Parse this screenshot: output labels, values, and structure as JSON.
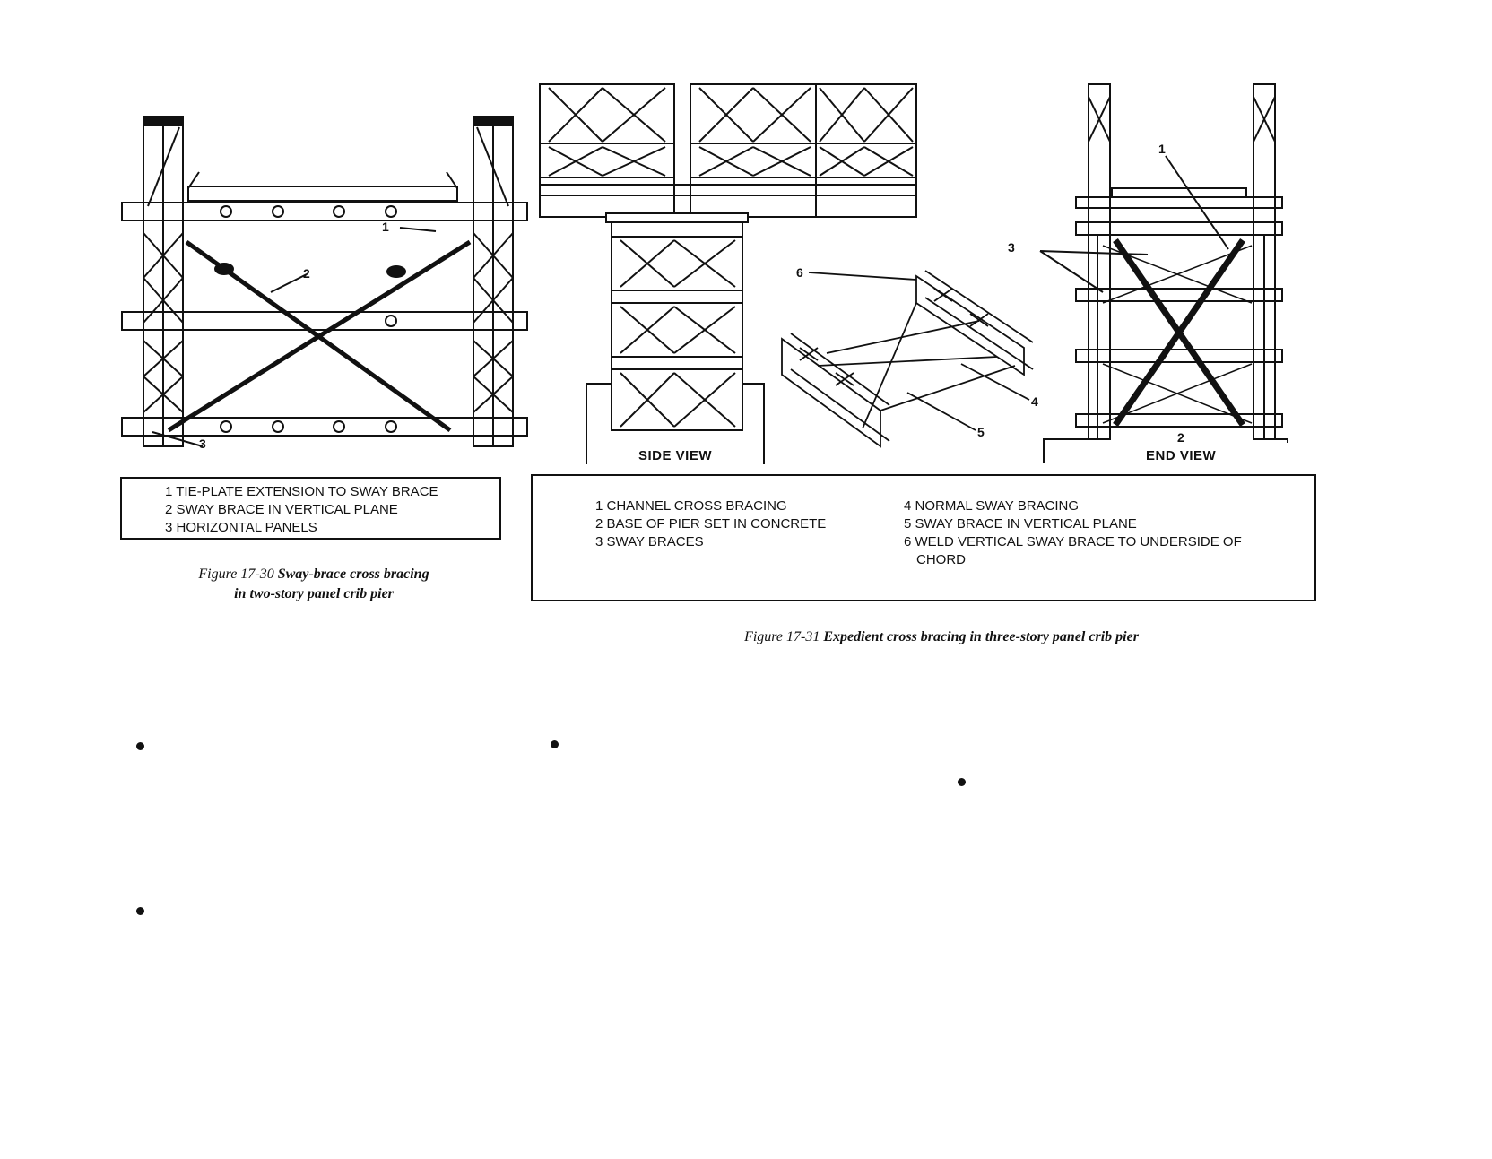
{
  "figure_1730": {
    "callouts": [
      "1",
      "2",
      "3"
    ],
    "legend": [
      "1 TIE-PLATE EXTENSION TO SWAY BRACE",
      "2 SWAY BRACE IN VERTICAL PLANE",
      "3 HORIZONTAL PANELS"
    ],
    "caption_number": "Figure 17-30",
    "caption_title_1": "Sway-brace cross bracing",
    "caption_title_2": "in two-story panel crib pier"
  },
  "figure_1731": {
    "side_view_label": "SIDE VIEW",
    "end_view_label": "END VIEW",
    "callouts": [
      "1",
      "2",
      "3",
      "4",
      "5",
      "6"
    ],
    "legend_left": [
      "1 CHANNEL CROSS BRACING",
      "2 BASE OF PIER SET IN CONCRETE",
      "3 SWAY BRACES"
    ],
    "legend_right": [
      "4 NORMAL SWAY BRACING",
      "5 SWAY BRACE IN VERTICAL PLANE",
      "6 WELD VERTICAL SWAY BRACE TO UNDERSIDE OF",
      "CHORD"
    ],
    "caption_number": "Figure 17-31",
    "caption_title": "Expedient cross bracing in three-story panel crib pier"
  }
}
